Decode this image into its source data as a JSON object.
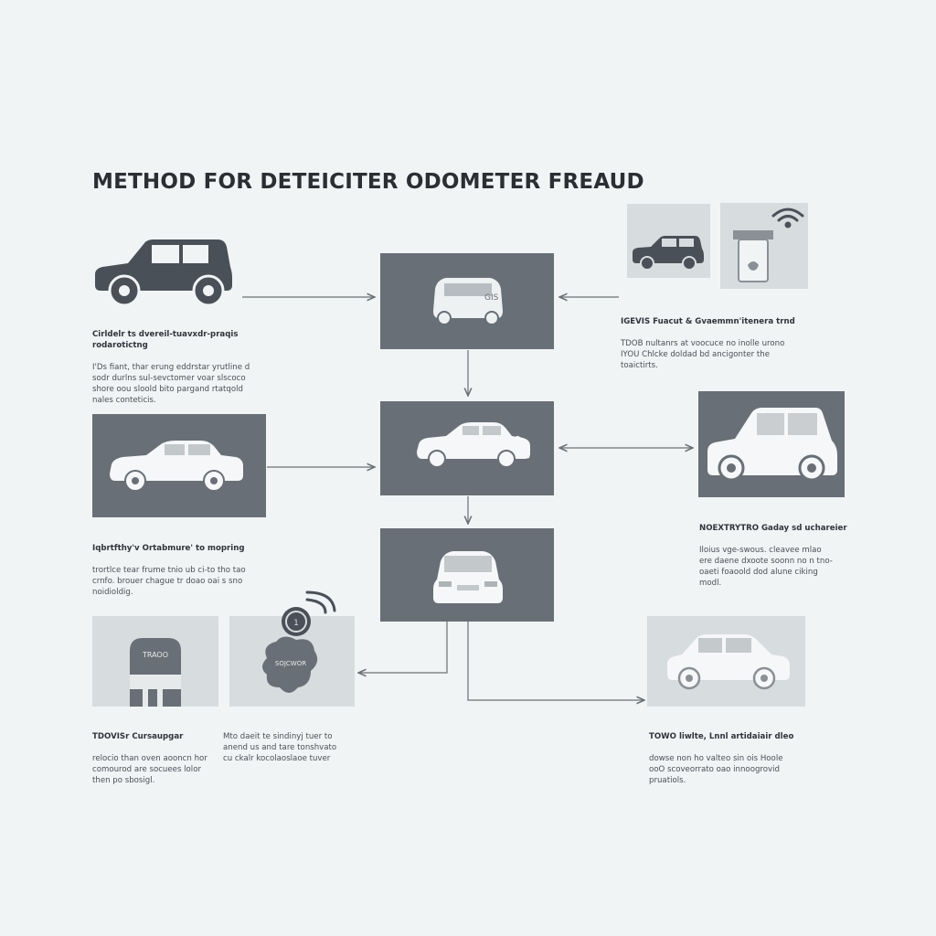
{
  "title": "METHOD FOR DETEICITER ODOMETER FREAUD",
  "colors": {
    "background": "#f1f4f5",
    "dark_panel": "#686f76",
    "light_panel": "#d7dcde",
    "connector": "#6b7075",
    "car_dark": "#4a5058",
    "car_light": "#f5f7f8"
  },
  "icons": {
    "car": "car-icon",
    "wireless": "wireless-signal-icon",
    "gauge": "odometer-gauge-icon",
    "scanner": "obd-scanner-icon",
    "vault": "data-vault-icon"
  },
  "panels": {
    "vault_label": "TRAOO",
    "blob_label": "SOJCWOR"
  },
  "notes": [
    {
      "heading": "Cirldelr ts dvereil-tuavxdr-praqis rodarotictng",
      "body": "I'Ds fiant, thar erung eddrstar yrutline d\nsodr durlns sul-sevctomer voar slscoco\nshore oou sloold bito pargand rtatqold\nnales conteticis."
    },
    {
      "heading": "IGEVIS Fuacut & Gvaemmn'itenera trnd",
      "body": "TDOB nultanrs at voocuce no inolle urono\nIYOU Chlcke doldad bd ancigonter the\ntoaictirts."
    },
    {
      "heading": "Iqbrtfthy'v Ortabmure' to mopring",
      "body": "trortlce tear frume tnio ub ci-to tho tao\ncrnfo. brouer chague tr doao oai s sno\nnoidioldig."
    },
    {
      "heading": "NOEXTRYTRO Gaday sd uchareier",
      "body": "Iloius vge-swous. cleavee mlao\nere daene dxoote soonn no n tno-\noaeti foaoold dod alune ciking\nmodl."
    },
    {
      "heading": "TDOVISr Cursaupgar",
      "body": "relocio than oven aooncn hor\ncomourod are socuees lolor\nthen po sbosigl."
    },
    {
      "heading": "",
      "body": "Mto daeit te sindinyj tuer to\nanend us and tare tonshvato\ncu ckalr kocolaoslaoe tuver"
    },
    {
      "heading": "TOWO liwlte, Lnnl artidaiair dleo",
      "body": "dowse non ho valteo sin ois Hoole\nooO scoveorrato oao innoogrovid\npruatiols."
    }
  ]
}
